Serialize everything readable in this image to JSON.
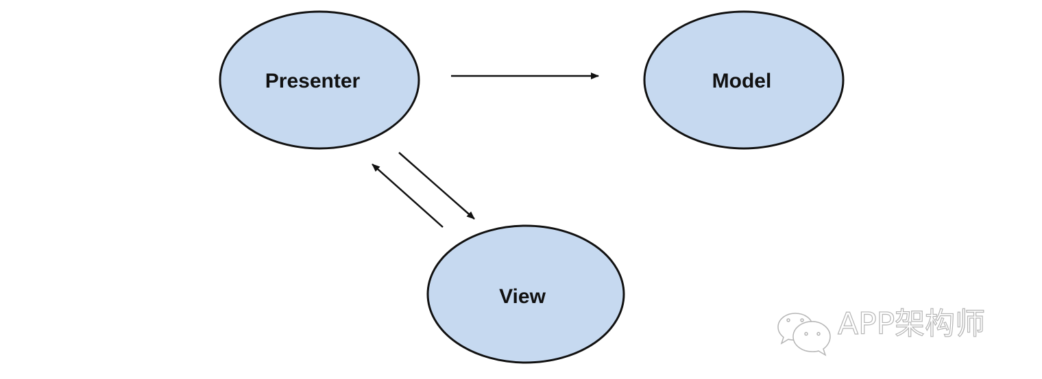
{
  "nodes": [
    {
      "id": "presenter",
      "label": "Presenter"
    },
    {
      "id": "model",
      "label": "Model"
    },
    {
      "id": "view",
      "label": "View"
    }
  ],
  "edges": [
    {
      "from": "presenter",
      "to": "model"
    },
    {
      "from": "presenter",
      "to": "view"
    },
    {
      "from": "view",
      "to": "presenter"
    }
  ],
  "colors": {
    "node_fill": "#c6d9f0",
    "node_stroke": "#111111",
    "arrow": "#111111",
    "watermark": "#b5b5b5"
  },
  "watermark": {
    "text": "APP架构师",
    "icon": "wechat-icon"
  }
}
